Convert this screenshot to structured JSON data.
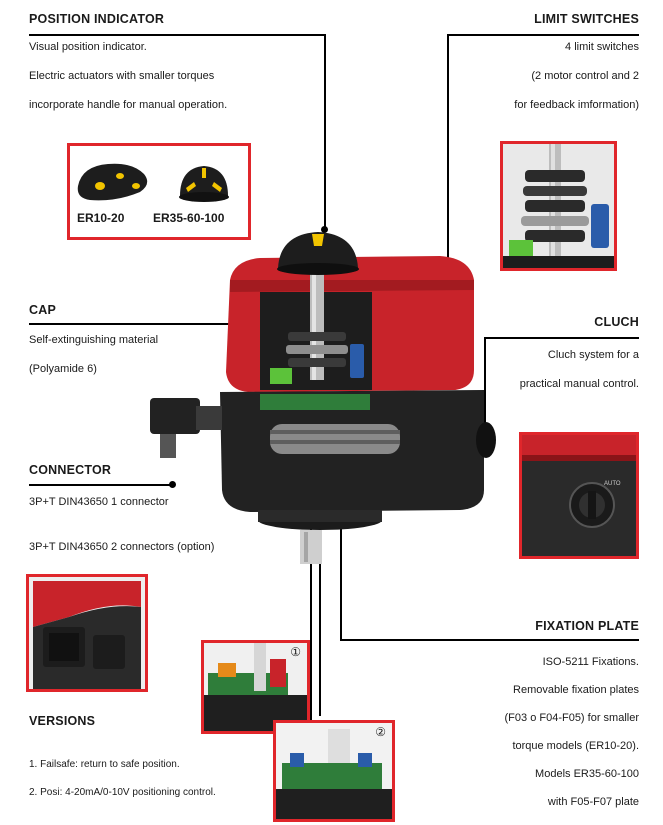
{
  "position_indicator": {
    "title": "POSITION INDICATOR",
    "lines": [
      "Visual position indicator.",
      "Electric actuators with smaller torques",
      "incorporate handle for manual operation."
    ],
    "model_a": "ER10-20",
    "model_b": "ER35-60-100"
  },
  "limit_switches": {
    "title": "LIMIT SWITCHES",
    "lines": [
      "4 limit switches",
      "(2 motor control and 2",
      "for feedback imformation)"
    ]
  },
  "cap": {
    "title": "CAP",
    "lines": [
      "Self-extinguishing material",
      "(Polyamide 6)"
    ]
  },
  "cluch": {
    "title": "CLUCH",
    "lines": [
      "Cluch system for a",
      "practical manual control."
    ],
    "knob_text": "AUTO"
  },
  "connector": {
    "title": "CONNECTOR",
    "lines": [
      "3P+T DIN43650 1 connector",
      "3P+T DIN43650 2 connectors (option)"
    ]
  },
  "fixation_plate": {
    "title": "FIXATION PLATE",
    "lines": [
      "ISO-5211 Fixations.",
      "Removable fixation plates",
      "(F03 o F04-F05) for smaller",
      "torque models (ER10-20).",
      "Models ER35-60-100",
      "with F05-F07 plate"
    ]
  },
  "versions": {
    "title": "VERSIONS",
    "lines": [
      "1. Failsafe:  return to safe position.",
      "2. Posi: 4-20mA/0-10V positioning control."
    ],
    "badge_1": "①",
    "badge_2": "②"
  },
  "colors": {
    "accent_red": "#e0262b",
    "actuator_red": "#c8232a",
    "indicator_yellow": "#f2c400"
  }
}
